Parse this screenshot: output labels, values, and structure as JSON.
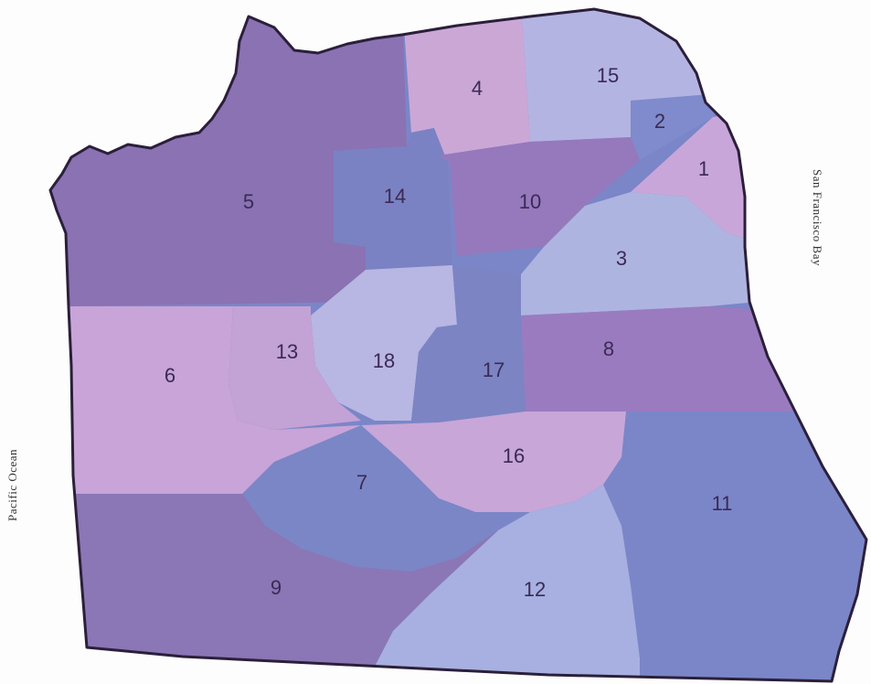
{
  "labels": {
    "ocean": "Pacific Ocean",
    "bay": "San Francisco Bay"
  },
  "districts": [
    {
      "id": "1",
      "color": "#c9a6d9"
    },
    {
      "id": "2",
      "color": "#7f8bcc"
    },
    {
      "id": "3",
      "color": "#aeb4e0"
    },
    {
      "id": "4",
      "color": "#cba7d6"
    },
    {
      "id": "5",
      "color": "#8a72b3"
    },
    {
      "id": "6",
      "color": "#c8a4d8"
    },
    {
      "id": "7",
      "color": "#7b86c6"
    },
    {
      "id": "8",
      "color": "#9a7bbf"
    },
    {
      "id": "9",
      "color": "#8b76b6"
    },
    {
      "id": "10",
      "color": "#9579bc"
    },
    {
      "id": "11",
      "color": "#7a86c8"
    },
    {
      "id": "12",
      "color": "#a7b0e0"
    },
    {
      "id": "13",
      "color": "#c3a2d6"
    },
    {
      "id": "14",
      "color": "#7a82c3"
    },
    {
      "id": "15",
      "color": "#b4b4e2"
    },
    {
      "id": "16",
      "color": "#c8a6d8"
    },
    {
      "id": "17",
      "color": "#7c84c4"
    },
    {
      "id": "18",
      "color": "#b8b6e2"
    }
  ]
}
